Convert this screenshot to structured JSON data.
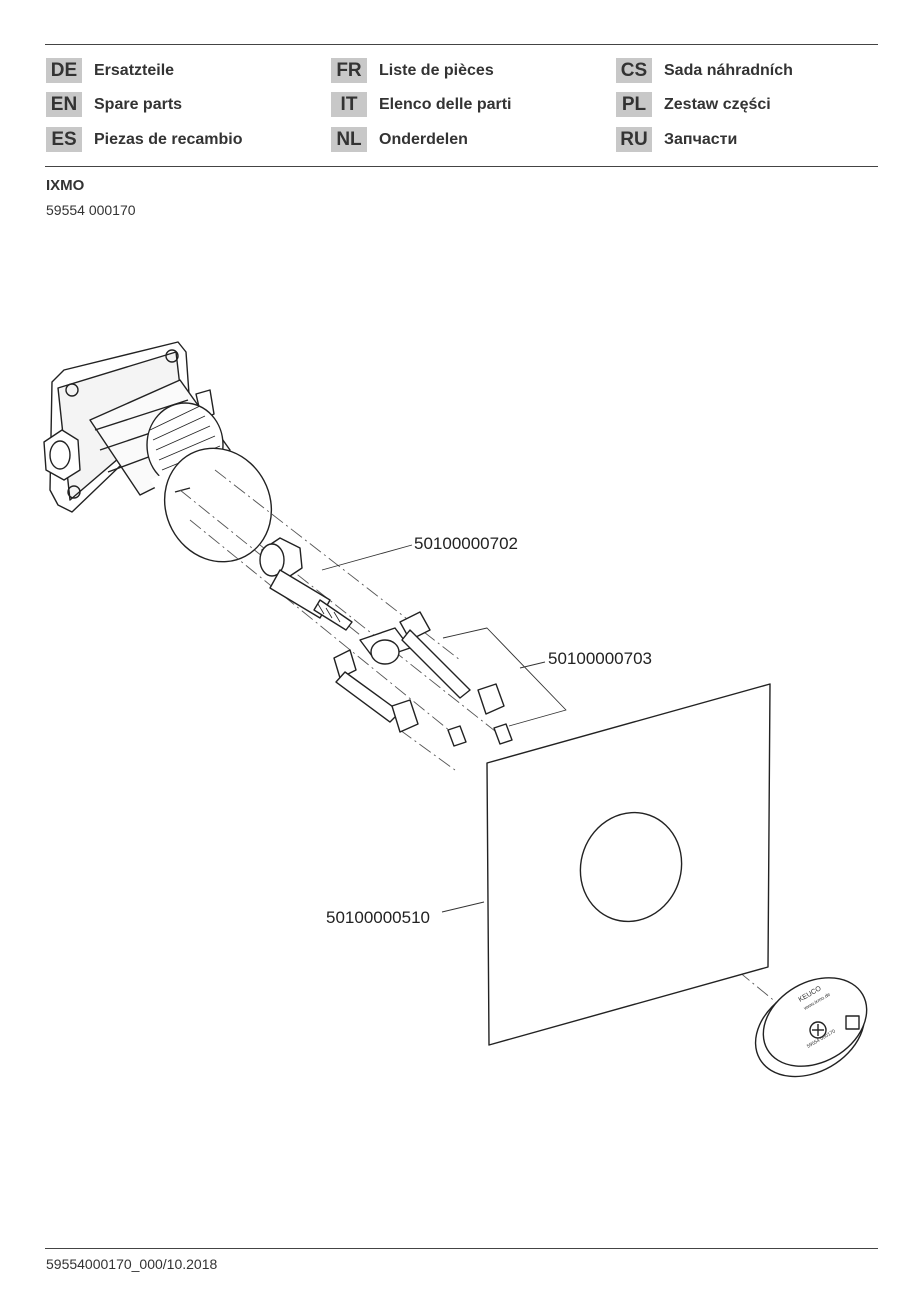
{
  "languages": [
    {
      "code": "DE",
      "label": "Ersatzteile"
    },
    {
      "code": "EN",
      "label": "Spare parts"
    },
    {
      "code": "ES",
      "label": "Piezas de recambio"
    },
    {
      "code": "FR",
      "label": "Liste de pièces"
    },
    {
      "code": "IT",
      "label": "Elenco delle parti"
    },
    {
      "code": "NL",
      "label": "Onderdelen"
    },
    {
      "code": "CS",
      "label": "Sada náhradních"
    },
    {
      "code": "PL",
      "label": "Zestaw części"
    },
    {
      "code": "RU",
      "label": "Запчасти"
    }
  ],
  "product": {
    "name": "IXMO",
    "article_number": "59554 000170"
  },
  "parts": [
    {
      "number": "50100000702"
    },
    {
      "number": "50100000703"
    },
    {
      "number": "50100000510"
    }
  ],
  "cap_label": {
    "brand": "KEUCO",
    "web": "www.ixmo.de",
    "number": "59554 000170"
  },
  "footer": {
    "doc_id": "59554000170_000/10.2018"
  }
}
